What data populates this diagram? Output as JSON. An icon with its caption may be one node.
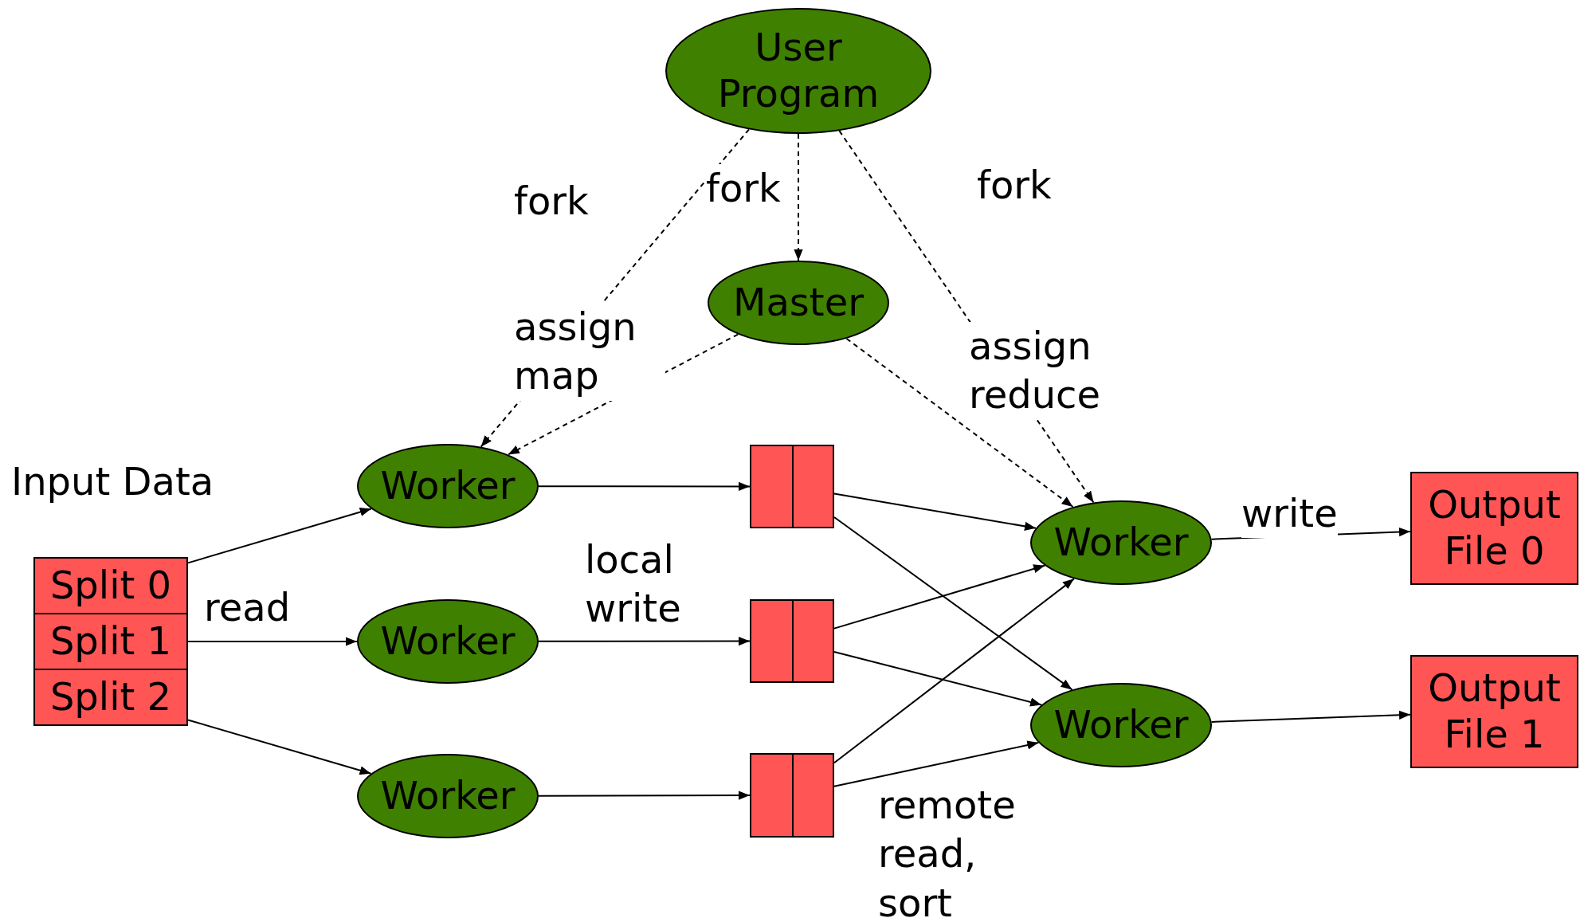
{
  "diagram": {
    "nodes": [
      {
        "text": [
          "User Program"
        ]
      },
      {
        "text": [
          "Master"
        ]
      },
      {
        "text": [
          "Split 0"
        ]
      },
      {
        "text": [
          "Split 1"
        ]
      },
      {
        "text": [
          "Split 2"
        ]
      },
      {
        "text": [
          "Worker"
        ]
      },
      {
        "text": [
          "Worker"
        ]
      },
      {
        "text": [
          "Worker"
        ]
      },
      {
        "text": [],
        "shape": "box"
      },
      {
        "text": [],
        "shape": "box"
      },
      {
        "text": [],
        "shape": "box"
      },
      {
        "text": [
          "Worker"
        ]
      },
      {
        "text": [
          "Worker"
        ]
      },
      {
        "text": [
          "Output File 0"
        ]
      },
      {
        "text": [
          "Output File 1"
        ]
      }
    ],
    "edges": [
      {
        "from": 0,
        "to": 5,
        "arrow": "to",
        "label": "fork",
        "style": "dashed"
      },
      {
        "from": 0,
        "to": 1,
        "arrow": "to",
        "label": "fork",
        "style": "dashed"
      },
      {
        "from": 0,
        "to": 11,
        "arrow": "to",
        "label": "fork",
        "style": "dashed"
      },
      {
        "from": 1,
        "to": 5,
        "arrow": "to",
        "label": "assign map",
        "style": "dashed"
      },
      {
        "from": 1,
        "to": 11,
        "arrow": "to",
        "label": "assign reduce",
        "style": "dashed"
      },
      {
        "from": 2,
        "to": 5,
        "arrow": "to"
      },
      {
        "from": 3,
        "to": 6,
        "arrow": "to",
        "label": "read"
      },
      {
        "from": 4,
        "to": 7,
        "arrow": "to"
      },
      {
        "from": 5,
        "to": 8,
        "arrow": "to"
      },
      {
        "from": 6,
        "to": 9,
        "arrow": "to",
        "label": "local write"
      },
      {
        "from": 7,
        "to": 10,
        "arrow": "to"
      },
      {
        "from": 8,
        "to": 11,
        "arrow": "to"
      },
      {
        "from": 8,
        "to": 12,
        "arrow": "to"
      },
      {
        "from": 9,
        "to": 11,
        "arrow": "to"
      },
      {
        "from": 9,
        "to": 12,
        "arrow": "to"
      },
      {
        "from": 10,
        "to": 11,
        "arrow": "to"
      },
      {
        "from": 10,
        "to": 12,
        "arrow": "to",
        "label": "remote read, sort"
      },
      {
        "from": 11,
        "to": 13,
        "arrow": "to",
        "label": "write"
      },
      {
        "from": 12,
        "to": 14,
        "arrow": "to"
      }
    ],
    "labels": [
      "Input Data"
    ]
  }
}
